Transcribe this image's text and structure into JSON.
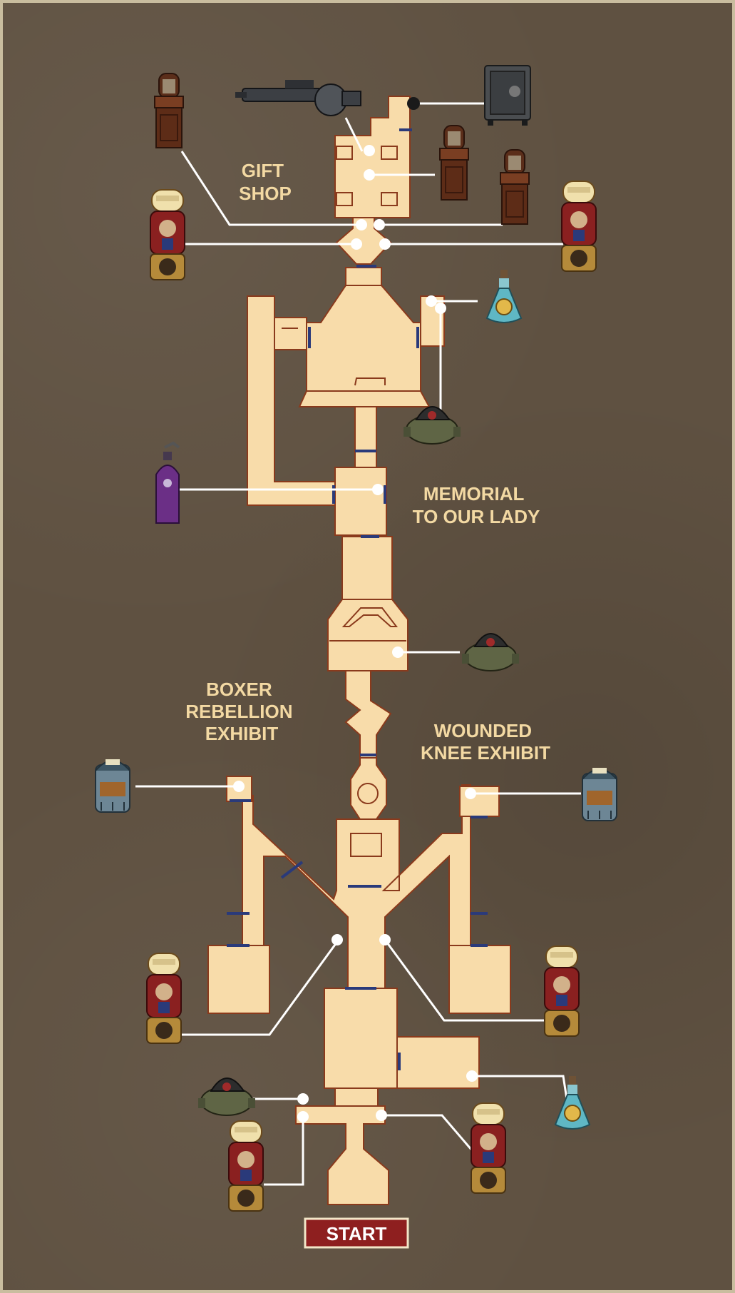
{
  "map": {
    "area_labels": {
      "gift_shop": [
        "GIFT",
        "SHOP"
      ],
      "memorial": [
        "MEMORIAL",
        "TO OUR LADY"
      ],
      "boxer": [
        "BOXER",
        "REBELLION",
        "EXHIBIT"
      ],
      "wounded_knee": [
        "WOUNDED",
        "KNEE EXHIBIT"
      ]
    },
    "start_label": "START",
    "colors": {
      "background": "#5f5141",
      "room_fill": "#f8dcaa",
      "room_outline": "#8a3a1c",
      "door": "#2a3a7a",
      "leader": "#ffffff",
      "label": "#f3d9a3",
      "start_fill": "#8e1f1f"
    },
    "item_icons": [
      "gatling-gun-icon",
      "safe-icon",
      "voxophone-pedestal-icon",
      "dollar-bill-vending-machine-icon",
      "salts-bottle-icon",
      "gear-icon",
      "infusion-icon",
      "ammo-vending-machine-icon",
      "ticket-box-icon"
    ]
  }
}
